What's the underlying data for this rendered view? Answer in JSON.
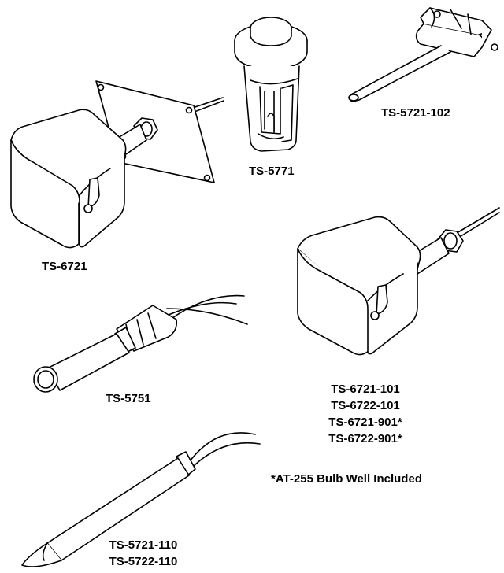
{
  "labels": {
    "ts6721": "TS-6721",
    "ts5771": "TS-5771",
    "ts5721_102": "TS-5721-102",
    "ts5751": "TS-5751",
    "group_101": [
      "TS-6721-101",
      "TS-6722-101",
      "TS-6721-901*",
      "TS-6722-901*"
    ],
    "group_110": [
      "TS-5721-110",
      "TS-5722-110"
    ]
  },
  "footnote": "*AT-255 Bulb Well Included",
  "colors": {
    "line": "#000000",
    "fill": "#ffffff"
  }
}
